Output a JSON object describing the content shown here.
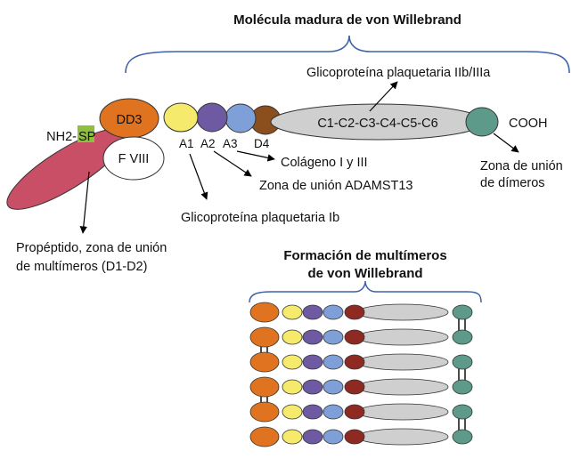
{
  "main_title": "Molécula madura de von Willebrand",
  "multimer_title": [
    "Formación de multímeros",
    "de von Willebrand"
  ],
  "domains": {
    "dd3": "DD3",
    "fviii": "F VIII",
    "nh2": "NH2-",
    "sp": "SP",
    "a1": "A1",
    "a2": "A2",
    "a3": "A3",
    "d4": "D4",
    "c_domains": "C1-C2-C3-C4-C5-C6",
    "cooh": "COOH"
  },
  "labels": {
    "gpiibiiia": "Glicoproteína plaquetaria IIb/IIIa",
    "collagen": "Colágeno I y III",
    "adamts13": "Zona de unión ADAMST13",
    "gpib": "Glicoproteína plaquetaria Ib",
    "dimer": [
      "Zona de unión",
      "de dímeros"
    ],
    "propeptide": [
      "Propéptido, zona de unión",
      "de multímeros (D1-D2)"
    ]
  },
  "colors": {
    "dd3": "#e0731f",
    "a1": "#f5ea6c",
    "a2": "#6e5aa2",
    "a3": "#7f9fd8",
    "d4": "#8b4f1e",
    "d4_multimer": "#8e2a22",
    "c_domains": "#cfcfcf",
    "cooh": "#5e9a8a",
    "propeptide": "#c94f66",
    "sp": "#8fbf3f",
    "brace": "#3f63a6"
  }
}
